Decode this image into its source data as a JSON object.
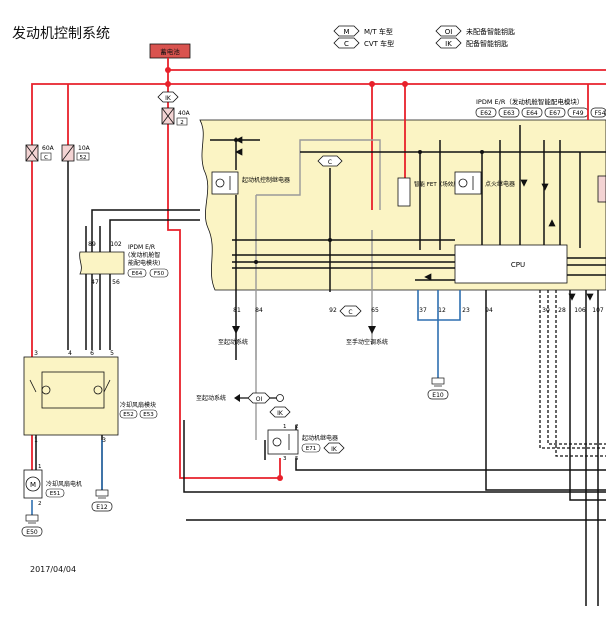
{
  "title": "发动机控制系统",
  "date": "2017/04/04",
  "battery_label": "蓄电池",
  "legend": [
    {
      "symbol": "M",
      "text": "M/T 车型"
    },
    {
      "symbol": "C",
      "text": "CVT 车型"
    },
    {
      "symbol": "OI",
      "text": "未配备智能钥匙"
    },
    {
      "symbol": "IK",
      "text": "配备智能钥匙"
    }
  ],
  "ipdm": {
    "title": "IPDM E/R（发动机舱智能配电模块）",
    "connectors": [
      "E62",
      "E63",
      "E64",
      "E67",
      "F49",
      "F54"
    ]
  },
  "ipdm_side": {
    "title_line1": "IPDM E/R",
    "title_line2": "(发动机舱智",
    "title_line3": "能配电模块)",
    "connectors": [
      "E64",
      "F50"
    ]
  },
  "fuses": {
    "f40": {
      "amp": "40A",
      "num": "2"
    },
    "f60": {
      "amp": "60A",
      "num": "C"
    },
    "f10": {
      "amp": "10A",
      "num": "52"
    }
  },
  "relays": {
    "starter_control": "起动机控制继电器",
    "fet": "智能 FET（场效应晶体管）",
    "ignition": "点火继电器",
    "cpu": "CPU"
  },
  "pins": {
    "p89": "89",
    "p102": "102",
    "p47": "47",
    "p56": "56",
    "p81": "81",
    "p84": "84",
    "p92": "92",
    "p65": "65",
    "p37": "37",
    "p12": "12",
    "p23": "23",
    "p94": "94",
    "p30": "30",
    "p28": "28",
    "p106": "106",
    "p107": "107",
    "fm3": "3",
    "fm4": "4",
    "fm6": "6",
    "fm5": "5",
    "fm1": "1",
    "fm3b": "3",
    "sr1": "1",
    "sr2": "2",
    "sr3": "3",
    "sr5": "5",
    "m1": "1",
    "m2": "2"
  },
  "destinations": {
    "start_system_1": "至起动系统",
    "manual_ac": "至手动空调系统",
    "start_system_2": "至起动系统"
  },
  "fan_module": {
    "label": "冷却风扇模块",
    "connectors": [
      "E52",
      "E53"
    ]
  },
  "starter_relay": {
    "label": "起动机继电器",
    "connector": "E71"
  },
  "fan_motor": {
    "label": "冷却风扇电机",
    "connector": "E51",
    "symbol": "M"
  },
  "grounds": [
    "E10",
    "E12",
    "E50"
  ],
  "colors": {
    "red": "#e8212b",
    "black": "#111111",
    "blue": "#2e6fb0",
    "ipdm_fill": "#fbf4c4",
    "battery_fill": "#d9534f",
    "fuse_fill": "#f3d3d3",
    "grey": "#9a9a9a"
  }
}
